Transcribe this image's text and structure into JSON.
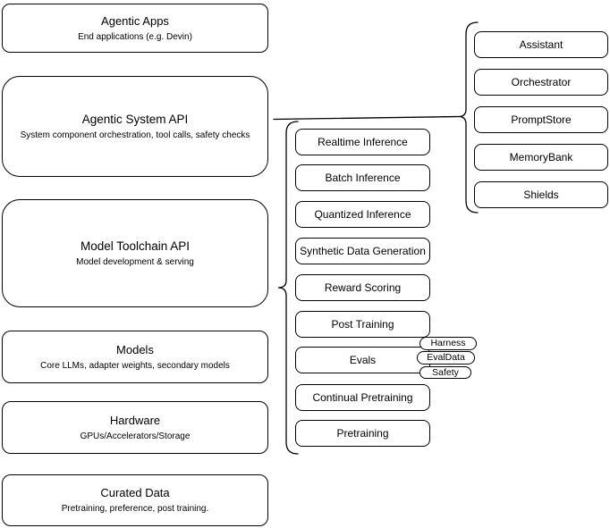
{
  "diagram": {
    "left_stack": [
      {
        "title": "Agentic Apps",
        "subtitle": "End applications (e.g. Devin)"
      },
      {
        "title": "Agentic System API",
        "subtitle": "System component orchestration, tool calls, safety checks"
      },
      {
        "title": "Model Toolchain API",
        "subtitle": "Model development & serving"
      },
      {
        "title": "Models",
        "subtitle": "Core LLMs, adapter weights, secondary models"
      },
      {
        "title": "Hardware",
        "subtitle": "GPUs/Accelerators/Storage"
      },
      {
        "title": "Curated Data",
        "subtitle": "Pretraining, preference, post training."
      }
    ],
    "toolchain_group": {
      "items": [
        "Realtime Inference",
        "Batch Inference",
        "Quantized Inference",
        "Synthetic Data Generation",
        "Reward Scoring",
        "Post Training",
        "Evals",
        "Continual Pretraining",
        "Pretraining"
      ],
      "evals_tags": [
        "Harness",
        "EvalData",
        "Safety"
      ]
    },
    "system_group": {
      "items": [
        "Assistant",
        "Orchestrator",
        "PromptStore",
        "MemoryBank",
        "Shields"
      ]
    },
    "colors": {
      "background": "#ffffff",
      "line": "#000000",
      "text": "#000000"
    }
  }
}
